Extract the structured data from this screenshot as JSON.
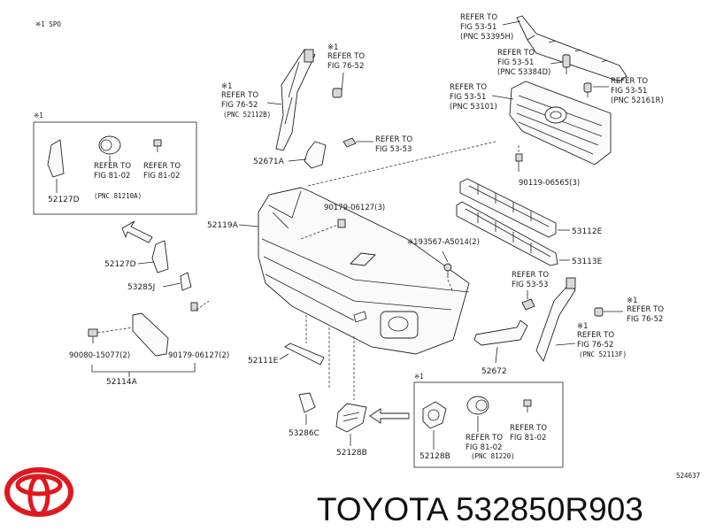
{
  "diagram": {
    "header_note": "※1 SPO",
    "figure_code": "524637",
    "refs": {
      "fig5351_top": [
        "REFER TO",
        "FIG 53-51",
        "(PNC 53395H)"
      ],
      "fig5351_mid": [
        "REFER TO",
        "FIG 53-51",
        "(PNC 53384D)"
      ],
      "fig5351_right": [
        "REFER TO",
        "FIG 53-51",
        "(PNC 52161R)"
      ],
      "fig5351_grille": [
        "REFER TO",
        "FIG 53-51",
        "(PNC 53101)"
      ],
      "fig7652_top": [
        "※1",
        "REFER TO",
        "FIG 76-52"
      ],
      "fig7652_left": [
        "※1",
        "REFER TO",
        "FIG 76-52",
        "(PNC 52112B)"
      ],
      "fig5353_top": [
        "REFER TO",
        "FIG 53-53"
      ],
      "fig8102_box1": [
        "REFER TO",
        "FIG 81-02",
        "(PNC 81210A)"
      ],
      "fig8102_box1_b": [
        "REFER TO",
        "FIG 81-02"
      ],
      "fig5353_right": [
        "REFER TO",
        "FIG 53-53"
      ],
      "fig7652_right1": [
        "※1",
        "REFER TO",
        "FIG 76-52"
      ],
      "fig7652_right2": [
        "※1",
        "REFER TO",
        "FIG 76-52",
        "(PNC 52113F)"
      ],
      "fig8102_box2": [
        "REFER TO",
        "FIG 81-02",
        "(PNC 81220)"
      ],
      "fig8102_box2_b": [
        "REFER TO",
        "FIG 81-02"
      ]
    },
    "box1_note": "※1",
    "box2_note": "※1",
    "parts": {
      "p52671A": "52671A",
      "p90119": "90119-06565(3)",
      "p52127D_box": "52127D",
      "p90179_top": "90179-06127(3)",
      "p52119A": "52119A",
      "p53112E": "53112E",
      "p93567": "※193567-A5014(2)",
      "p53113E": "53113E",
      "p52127D": "52127D",
      "p53285J": "53285J",
      "p90080": "90080-15077(2)",
      "p90179_bot": "90179-06127(2)",
      "p52111E": "52111E",
      "p52114A": "52114A",
      "p52672": "52672",
      "p53286C": "53286C",
      "p52128B": "52128B",
      "p52128B_box": "52128B"
    }
  },
  "branding": {
    "title": "TOYOTA 532850R903",
    "logo_color": "#e0171f"
  }
}
